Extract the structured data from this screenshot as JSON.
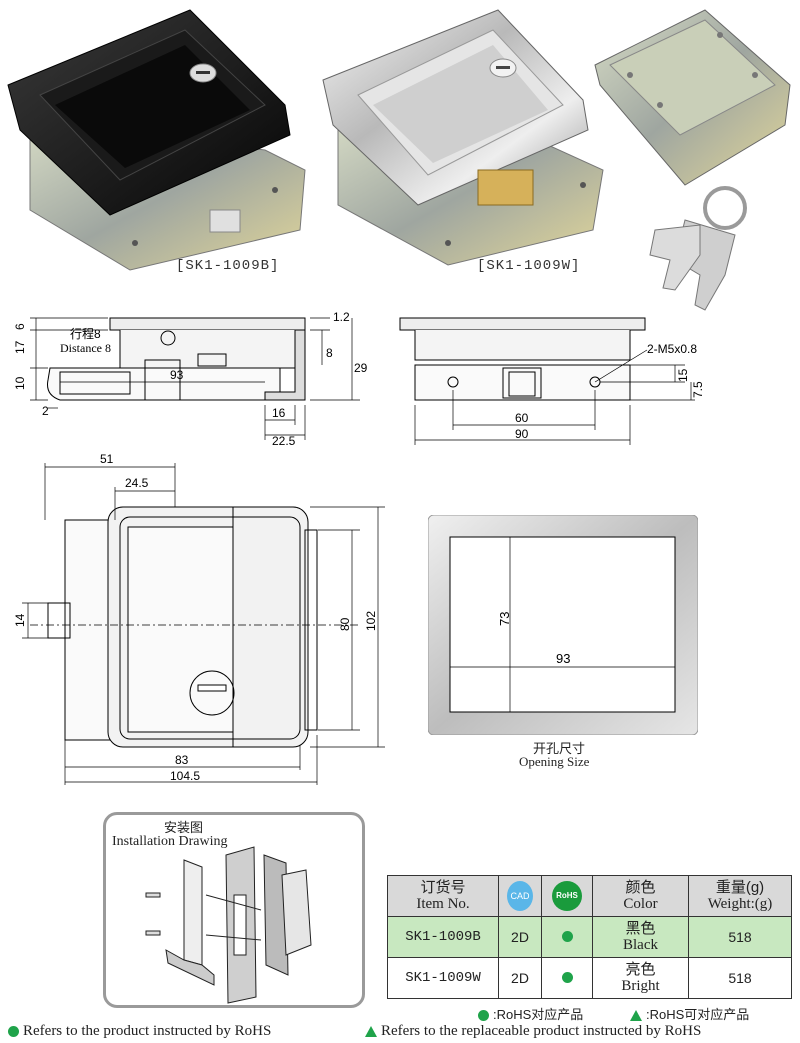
{
  "photos": {
    "caption_black": "[SK1-1009B]",
    "caption_white": "[SK1-1009W]"
  },
  "side_view": {
    "dims": [
      "6",
      "17",
      "10",
      "2",
      "1.2",
      "8",
      "29",
      "16",
      "22.5",
      "93"
    ],
    "travel_cn": "行程8",
    "travel_en": "Distance 8"
  },
  "rear_view": {
    "thread": "2-M5x0.8",
    "dims": [
      "15",
      "7.5",
      "60",
      "90"
    ]
  },
  "front_view": {
    "dims": [
      "51",
      "24.5",
      "14",
      "80",
      "102",
      "83",
      "104.5"
    ]
  },
  "opening": {
    "dims": [
      "73",
      "93"
    ],
    "label_cn": "开孔尺寸",
    "label_en": "Opening Size"
  },
  "install": {
    "title_cn": "安装图",
    "title_en": "Installation Drawing"
  },
  "table": {
    "headers": [
      {
        "cn": "订货号",
        "en": "Item No."
      },
      {
        "icon": "CAD"
      },
      {
        "icon": "RoHS"
      },
      {
        "cn": "颜色",
        "en": "Color"
      },
      {
        "cn": "重量(g)",
        "en": "Weight:(g)"
      }
    ],
    "rows": [
      {
        "item": "SK1-1009B",
        "cad": "2D",
        "color_cn": "黑色",
        "color_en": "Black",
        "weight": "518"
      },
      {
        "item": "SK1-1009W",
        "cad": "2D",
        "color_cn": "亮色",
        "color_en": "Bright",
        "weight": "518"
      }
    ]
  },
  "notes": {
    "rohs_cn": ":RoHS对应产品",
    "replace_cn": ":RoHS可对应产品",
    "rohs_en": "Refers to the product instructed by RoHS",
    "replace_en": "Refers to the replaceable product instructed by RoHS"
  },
  "colors": {
    "green": "#1fa34a",
    "header_gray": "#d9d9d9",
    "row_green": "#c8e8c0"
  }
}
